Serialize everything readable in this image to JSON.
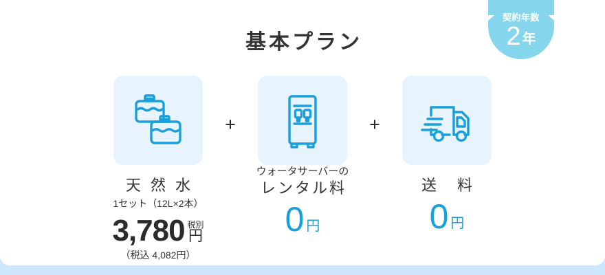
{
  "badge": {
    "label": "契約年数",
    "value": "2",
    "unit": "年"
  },
  "title": "基本プラン",
  "operators": {
    "plus1": "+",
    "plus2": "+"
  },
  "colors": {
    "brand_blue": "#18a0dc",
    "badge_blue": "#85d5ed",
    "tile_bg": "#e7f3fd",
    "page_bg": "#cfe7fa",
    "text_dark": "#333333"
  },
  "items": [
    {
      "icon": "water-bottles-icon",
      "name": "天 然 水",
      "sub": "1セット（12L×2本）",
      "price_number": "3,780",
      "price_tax_note": "税別",
      "price_yen": "円",
      "price_included": "（税込 4,082円）"
    },
    {
      "icon": "water-server-icon",
      "name_small": "ウォータサーバーの",
      "name": "レンタル料",
      "price_number": "0",
      "price_yen": "円"
    },
    {
      "icon": "delivery-truck-icon",
      "name": "送　料",
      "price_number": "0",
      "price_yen": "円"
    }
  ]
}
